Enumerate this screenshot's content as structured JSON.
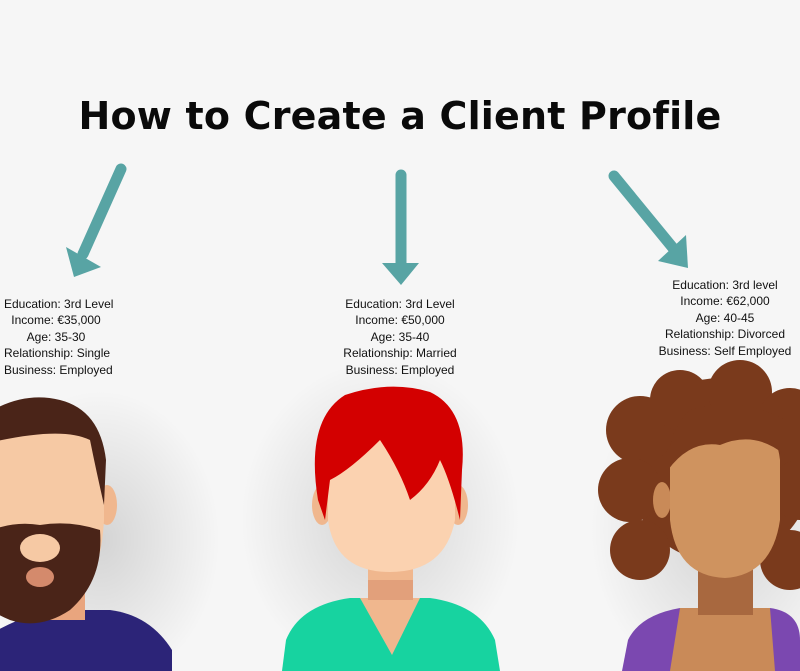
{
  "title": "How to Create a Client Profile",
  "colors": {
    "background": "#f6f6f6",
    "arrow": "#58a4a4",
    "title": "#0a0a0a"
  },
  "profiles": [
    {
      "education": "Education: 3rd Level",
      "income": "Income: €35,000",
      "age": "Age: 35-30",
      "relationship": "Relationship: Single",
      "business": "Business: Employed",
      "avatar": "bearded-man-avatar"
    },
    {
      "education": "Education: 3rd Level",
      "income": "Income: €50,000",
      "age": "Age: 35-40",
      "relationship": "Relationship: Married",
      "business": "Business: Employed",
      "avatar": "red-haired-woman-avatar"
    },
    {
      "education": "Education: 3rd level",
      "income": "Income: €62,000",
      "age": "Age: 40-45",
      "relationship": "Relationship: Divorced",
      "business": "Business: Self Employed",
      "avatar": "curly-haired-woman-avatar"
    }
  ]
}
